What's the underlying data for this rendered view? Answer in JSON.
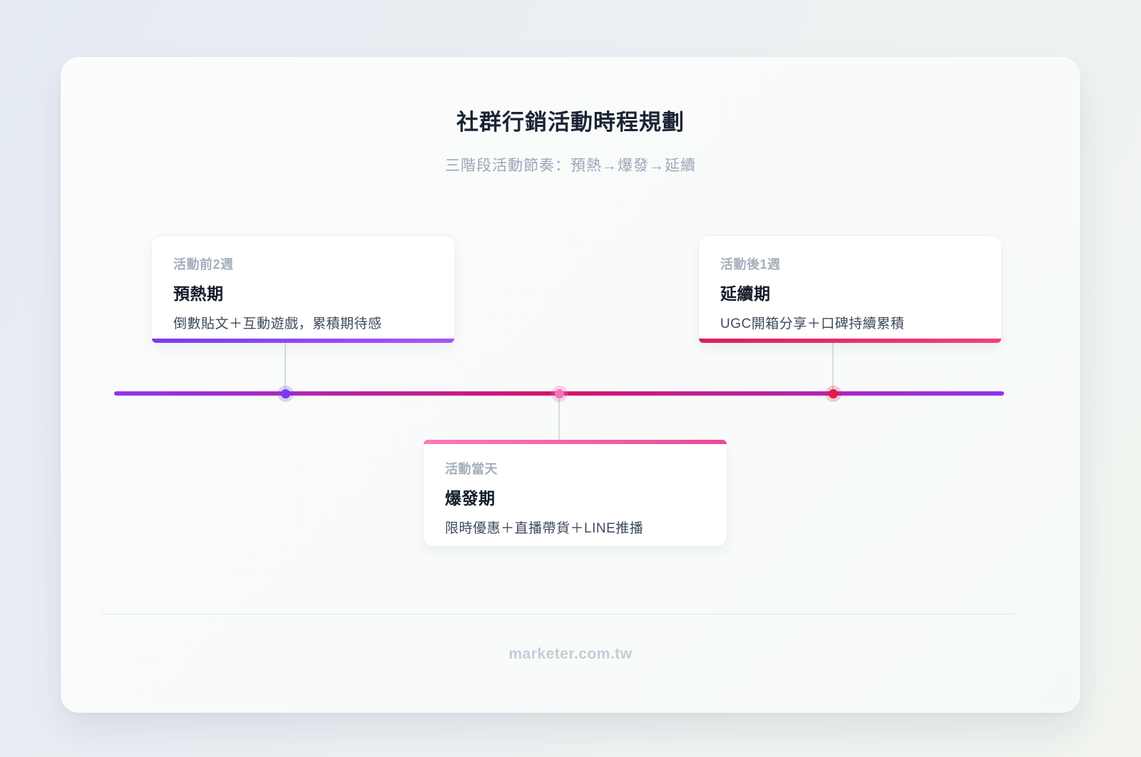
{
  "header": {
    "title": "社群行銷活動時程規劃",
    "subtitle": "三階段活動節奏：預熱→爆發→延續"
  },
  "timeline": {
    "gradient_colors": [
      "#9333ea",
      "#d4156b",
      "#9333ea"
    ]
  },
  "phases": [
    {
      "period": "活動前2週",
      "name": "預熱期",
      "description": "倒數貼文＋互動遊戲，累積期待感",
      "accent_from": "#7c3aed",
      "accent_to": "#a855f7",
      "dot_color": "#7c3aed",
      "dot_halo": "rgba(124,58,237,0.22)"
    },
    {
      "period": "活動當天",
      "name": "爆發期",
      "description": "限時優惠＋直播帶貨＋LINE推播",
      "accent_from": "#fb7bb8",
      "accent_to": "#ec4899",
      "dot_color": "#f472b6",
      "dot_halo": "rgba(244,114,182,0.30)"
    },
    {
      "period": "活動後1週",
      "name": "延續期",
      "description": "UGC開箱分享＋口碑持續累積",
      "accent_from": "#dc1d5e",
      "accent_to": "#f43f7a",
      "dot_color": "#e11d48",
      "dot_halo": "rgba(225,29,72,0.22)"
    }
  ],
  "footer": {
    "watermark": "marketer.com.tw"
  }
}
